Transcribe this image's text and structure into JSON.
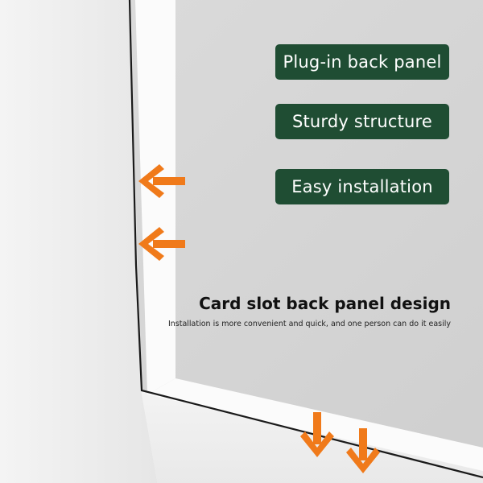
{
  "features": {
    "items": [
      {
        "label": "Plug-in back panel"
      },
      {
        "label": "Sturdy structure"
      },
      {
        "label": "Easy installation"
      }
    ]
  },
  "headline": "Card slot back panel design",
  "subline": "Installation is more convenient and quick, and one person can do it easily",
  "colors": {
    "badge_bg": "#1f4d33",
    "arrow": "#f07a1a"
  },
  "icons": [
    "arrow-left-icon",
    "arrow-down-icon"
  ]
}
